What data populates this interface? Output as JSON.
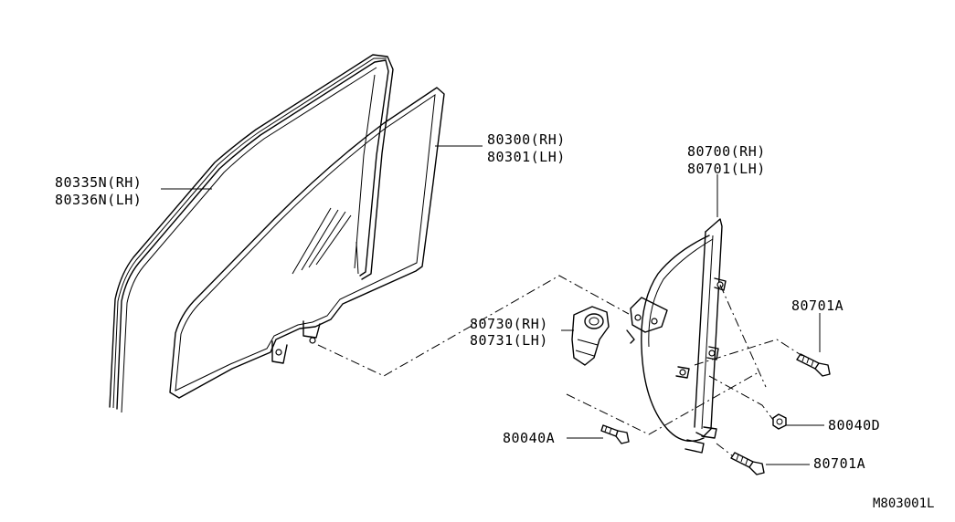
{
  "diagram": {
    "labels": {
      "run_channel": [
        "80335N(RH)",
        "80336N(LH)"
      ],
      "door_glass": [
        "80300(RH)",
        "80301(LH)"
      ],
      "regulator": [
        "80700(RH)",
        "80701(LH)"
      ],
      "motor": [
        "80730(RH)",
        "80731(LH)"
      ],
      "bolt_upper": "80701A",
      "bolt_lower": "80701A",
      "nut": "80040D",
      "bolt_left": "80040A"
    },
    "drawing_code": "M803001L"
  }
}
